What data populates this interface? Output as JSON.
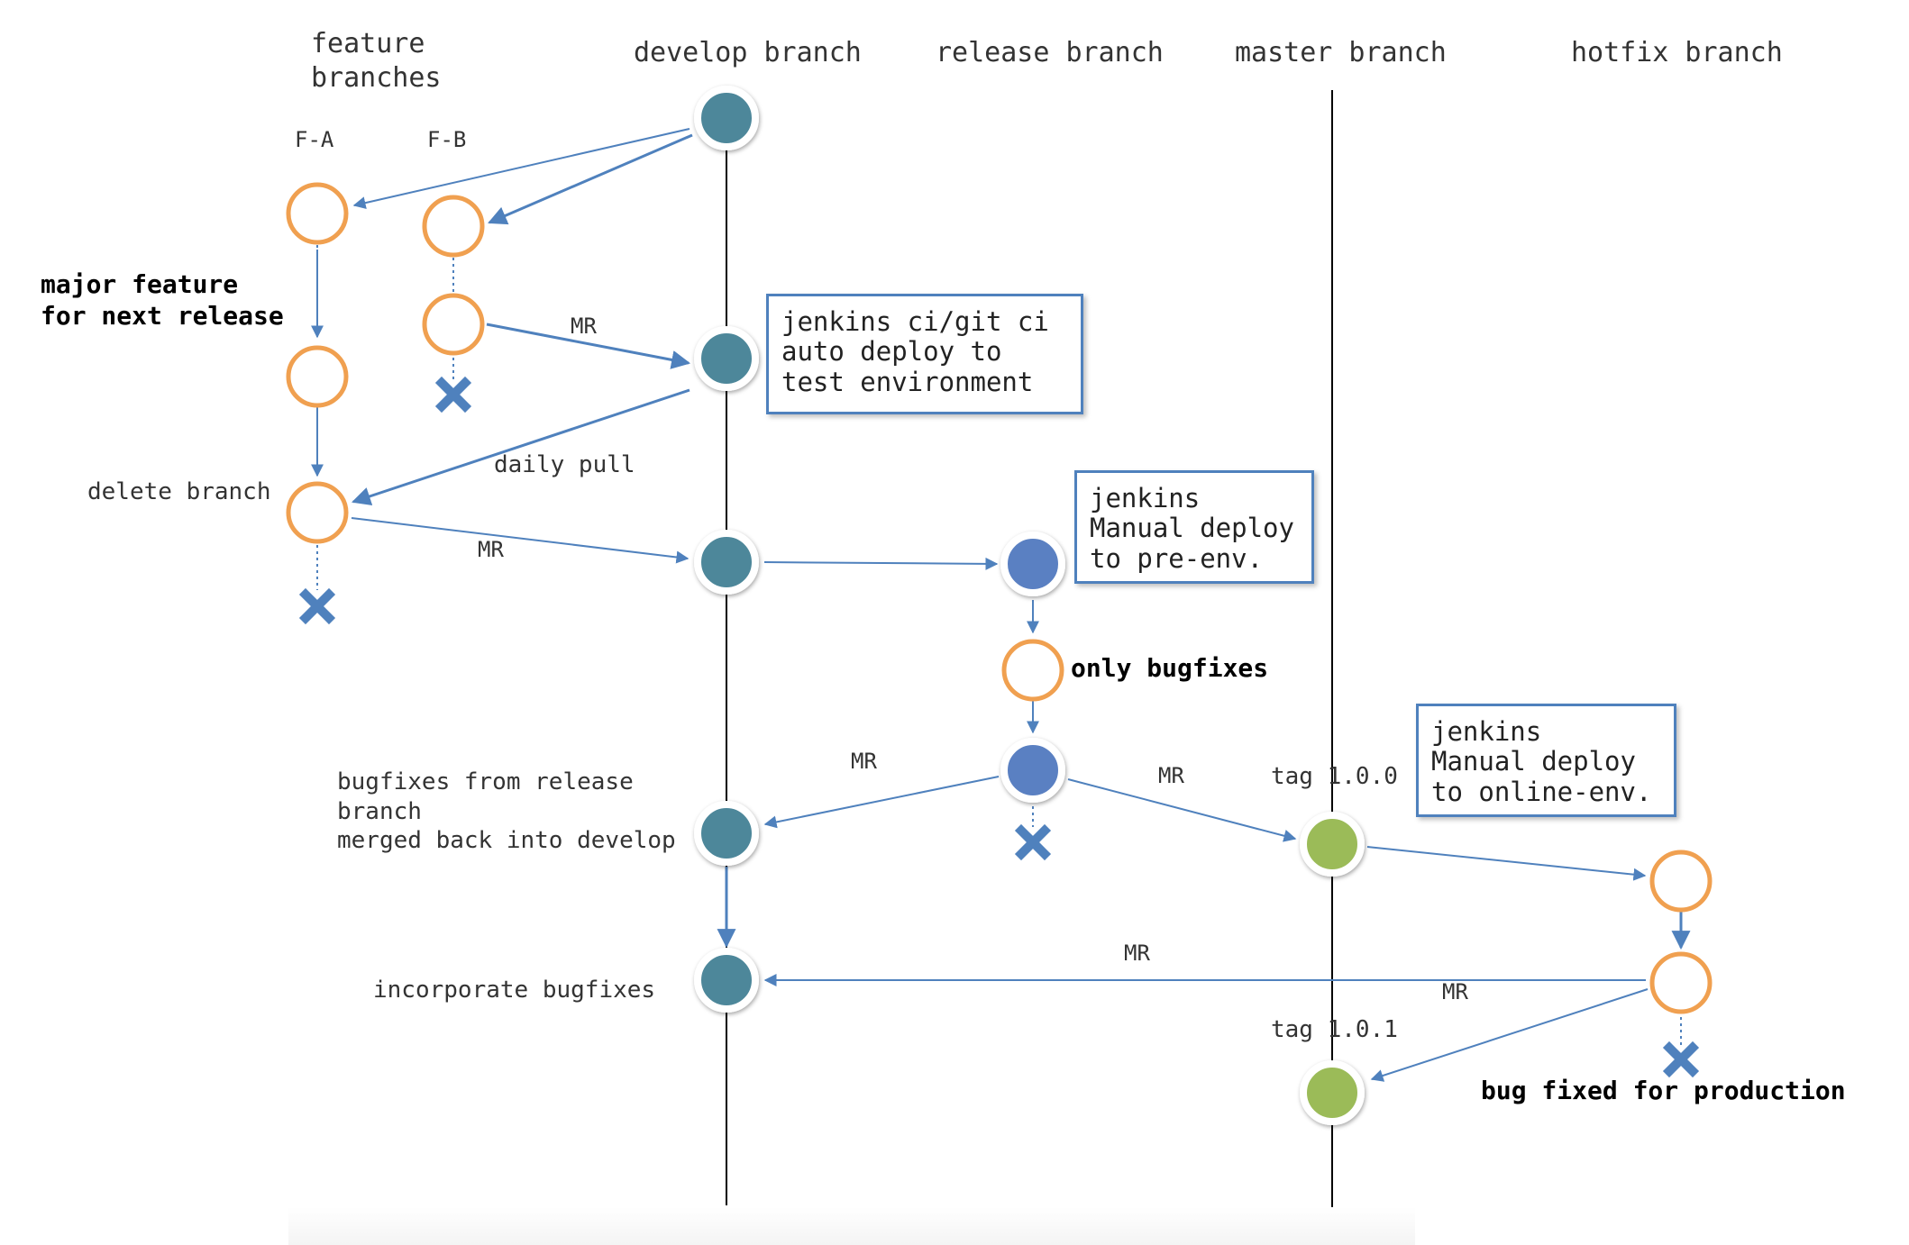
{
  "colors": {
    "develop_node": "#4d879a",
    "release_node": "#5a80c2",
    "master_node": "#9bbb59",
    "feature_ring": "#f0a050",
    "arrow": "#4f81bd",
    "lifeline": "#000000",
    "box_border": "#4f81bd",
    "delete_mark": "#4f81bd"
  },
  "headers": {
    "feature": "feature\nbranches",
    "develop": "develop branch",
    "release": "release branch",
    "master": "master branch",
    "hotfix": "hotfix branch"
  },
  "branch_labels": {
    "fa": "F-A",
    "fb": "F-B"
  },
  "edge_labels": {
    "mr_fb": "MR",
    "daily_pull": "daily pull",
    "mr_fa": "MR",
    "mr_release_develop": "MR",
    "mr_release_master": "MR",
    "mr_hotfix_develop": "MR",
    "mr_hotfix_master": "MR"
  },
  "annotations": {
    "major_feature": "major feature\nfor next release",
    "delete_branch": "delete branch",
    "only_bugfixes": "only bugfixes",
    "bugfixes_back": "bugfixes from release\nbranch\nmerged back into develop",
    "incorporate": "incorporate bugfixes",
    "tag_100": "tag 1.0.0",
    "tag_101": "tag 1.0.1",
    "bug_fixed": "bug fixed for production"
  },
  "boxes": {
    "ci": [
      "jenkins ci/git ci",
      "auto deploy to",
      "test environment"
    ],
    "pre": [
      "jenkins",
      "Manual deploy",
      "to pre-env."
    ],
    "online": [
      "jenkins",
      "Manual deploy",
      "to online-env."
    ]
  },
  "icons": {
    "node": "circle-node-icon",
    "ring": "open-circle-node-icon",
    "delete": "x-cross-icon",
    "arrow": "arrow-icon"
  }
}
